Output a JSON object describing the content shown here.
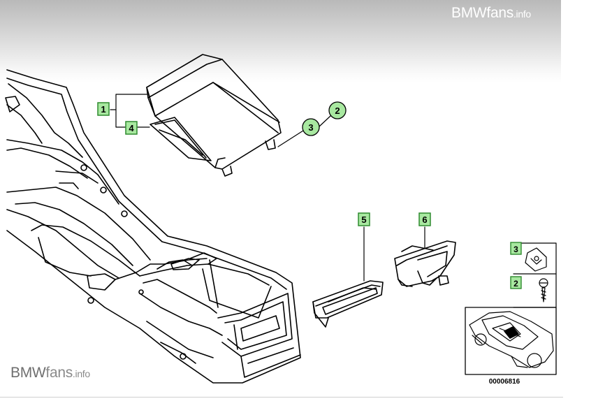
{
  "watermark": {
    "brand": "BMW",
    "fans": "fans",
    "suffix": ".info"
  },
  "callouts": [
    "1",
    "2",
    "3",
    "4",
    "5",
    "6"
  ],
  "legend_panel": {
    "clip_label": "3",
    "screw_label": "2"
  },
  "diagram_number": "00006816",
  "colors": {
    "callout_fill": "#a8e8a0",
    "callout_border": "#2f8a2f",
    "line": "#000000"
  }
}
